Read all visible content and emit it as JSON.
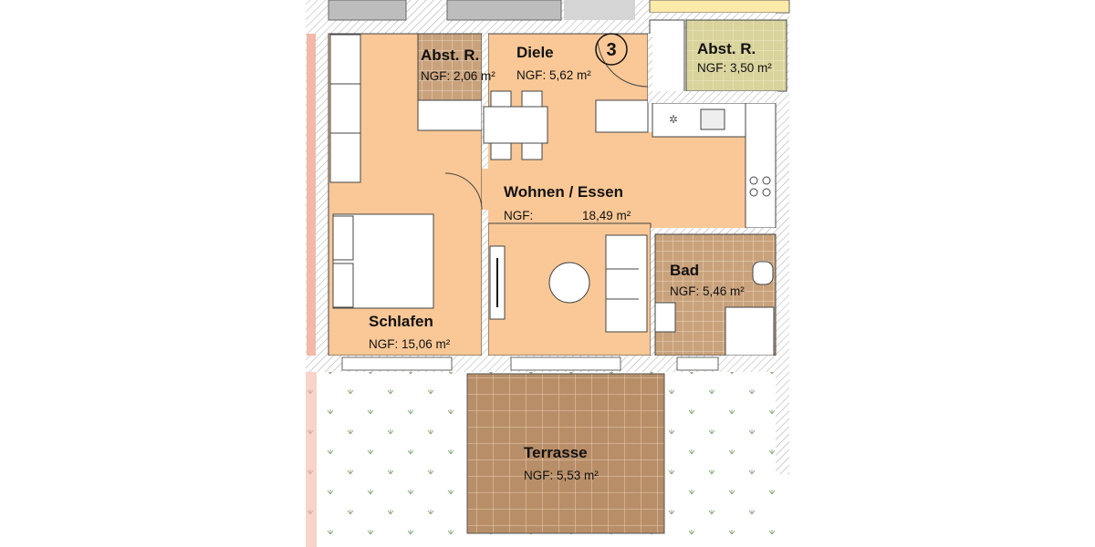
{
  "plan": {
    "unit_number": "3",
    "colors": {
      "room": "#f9c896",
      "tile": "#c9a27c",
      "tile_olive": "#d9d39c",
      "wall": "#ffffff",
      "hatch": "#9a9a9a",
      "pink": "#f3b8a8",
      "grey": "#bdbdbd"
    },
    "rooms": [
      {
        "name": "Abst. R.",
        "area": "NGF: 2,06 m²"
      },
      {
        "name": "Diele",
        "area": "NGF: 5,62 m²"
      },
      {
        "name": "Abst. R.",
        "area": "NGF: 3,50 m²"
      },
      {
        "name": "Wohnen / Essen",
        "area_label": "NGF:",
        "area": "18,49 m²"
      },
      {
        "name": "Bad",
        "area": "NGF: 5,46 m²"
      },
      {
        "name": "Schlafen",
        "area": "NGF: 15,06 m²"
      },
      {
        "name": "Terrasse",
        "area": "NGF: 5,53 m²"
      }
    ]
  }
}
